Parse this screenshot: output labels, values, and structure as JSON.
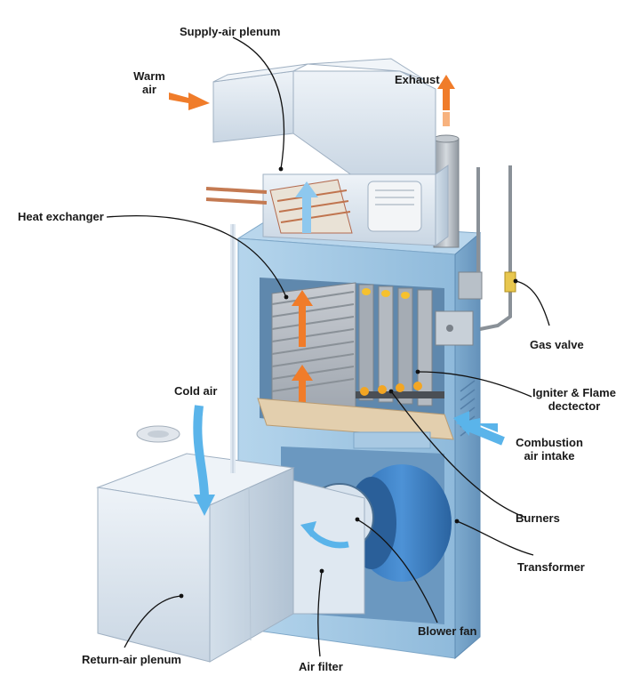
{
  "labels": {
    "supply_air_plenum": "Supply-air plenum",
    "warm_air_line1": "Warm",
    "warm_air_line2": "air",
    "exhaust": "Exhaust",
    "heat_exchanger": "Heat exchanger",
    "gas_valve": "Gas valve",
    "cold_air": "Cold air",
    "igniter_line1": "Igniter & Flame",
    "igniter_line2": "dectector",
    "combustion_line1": "Combustion",
    "combustion_line2": "air intake",
    "burners": "Burners",
    "transformer": "Transformer",
    "blower_fan": "Blower fan",
    "return_air_plenum": "Return-air plenum",
    "air_filter": "Air filter"
  },
  "colors": {
    "furnace_body": "#9cc4e0",
    "furnace_dark": "#6f9fc4",
    "duct": "#dde8f2",
    "duct_shadow": "#b8c8d8",
    "warm_arrow": "#f07c2a",
    "cold_arrow": "#5ab4ea",
    "blower": "#3f82c8",
    "shelf": "#e3cfae",
    "filter": "#e6d59a",
    "leader": "#111111"
  }
}
